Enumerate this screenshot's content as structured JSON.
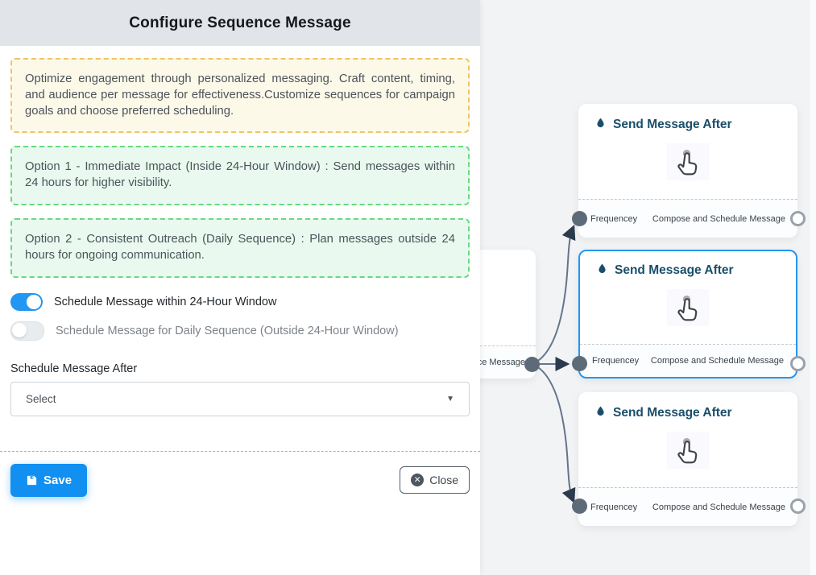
{
  "panel": {
    "title": "Configure Sequence Message",
    "info_boxes": [
      {
        "kind": "warning",
        "text": "Optimize engagement through personalized messaging. Craft content, timing, and audience per message for effectiveness.Customize sequences for campaign goals and choose preferred scheduling."
      },
      {
        "kind": "success",
        "text": "Option 1 - Immediate Impact (Inside 24-Hour Window) : Send messages within 24 hours for higher visibility."
      },
      {
        "kind": "success",
        "text": "Option 2 - Consistent Outreach (Daily Sequence) : Plan messages outside 24 hours for ongoing communication."
      }
    ],
    "toggles": [
      {
        "label": "Schedule Message within 24-Hour Window",
        "checked": true
      },
      {
        "label": "Schedule Message for Daily Sequence (Outside 24-Hour Window)",
        "checked": false
      }
    ],
    "schedule_after": {
      "label": "Schedule Message After",
      "value": "Select"
    },
    "buttons": {
      "save": "Save",
      "close": "Close"
    }
  },
  "canvas": {
    "clipped_node": {
      "visible_text": "ce Message"
    },
    "nodes": [
      {
        "title": "Send Message After",
        "footer_left": "Frequencey",
        "footer_right": "Compose and Schedule Message",
        "selected": false
      },
      {
        "title": "Send Message After",
        "footer_left": "Frequencey",
        "footer_right": "Compose and Schedule Message",
        "selected": true
      },
      {
        "title": "Send Message After",
        "footer_left": "Frequencey",
        "footer_right": "Compose and Schedule Message",
        "selected": false
      }
    ]
  },
  "colors": {
    "accent_blue": "#1190f2",
    "toggle_on": "#2196f3",
    "selected_node_border": "#2196f3",
    "warning_border": "#f2c464",
    "warning_bg": "#fdf9e9",
    "success_border": "#68da80",
    "success_bg": "#e9f9ef",
    "edge": "#64748b",
    "node_title": "#1a4e6b"
  }
}
